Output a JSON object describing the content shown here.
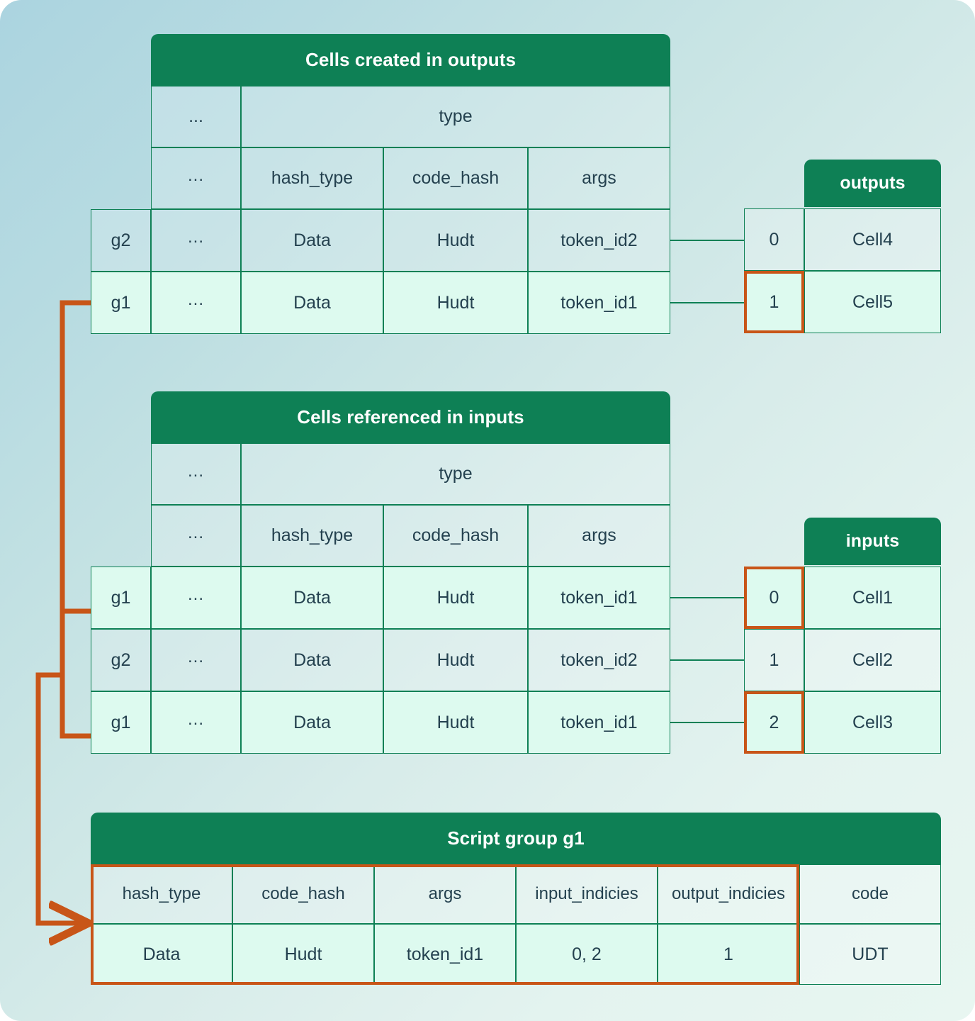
{
  "colors": {
    "header_green": "#0e8055",
    "border_green": "#0e8055",
    "highlight_orange": "#c85518",
    "text_dark": "#24414f",
    "row_light": "#ddfaef"
  },
  "outputs_table": {
    "title": "Cells created in outputs",
    "group_header_blank": "",
    "col_group_top": "...",
    "col_type": "type",
    "subcols": [
      "...",
      "hash_type",
      "code_hash",
      "args"
    ],
    "rows": [
      {
        "group": "g2",
        "dots": "...",
        "hash_type": "Data",
        "code_hash": "Hudt",
        "args": "token_id2"
      },
      {
        "group": "g1",
        "dots": "...",
        "hash_type": "Data",
        "code_hash": "Hudt",
        "args": "token_id1"
      }
    ]
  },
  "outputs_index": {
    "title": "outputs",
    "rows": [
      {
        "index": "0",
        "cell": "Cell4",
        "highlighted": false
      },
      {
        "index": "1",
        "cell": "Cell5",
        "highlighted": true
      }
    ]
  },
  "inputs_table": {
    "title": "Cells referenced in inputs",
    "col_group_top": "...",
    "col_type": "type",
    "subcols": [
      "...",
      "hash_type",
      "code_hash",
      "args"
    ],
    "rows": [
      {
        "group": "g1",
        "dots": "...",
        "hash_type": "Data",
        "code_hash": "Hudt",
        "args": "token_id1"
      },
      {
        "group": "g2",
        "dots": "...",
        "hash_type": "Data",
        "code_hash": "Hudt",
        "args": "token_id2"
      },
      {
        "group": "g1",
        "dots": "...",
        "hash_type": "Data",
        "code_hash": "Hudt",
        "args": "token_id1"
      }
    ]
  },
  "inputs_index": {
    "title": "inputs",
    "rows": [
      {
        "index": "0",
        "cell": "Cell1",
        "highlighted": true
      },
      {
        "index": "1",
        "cell": "Cell2",
        "highlighted": false
      },
      {
        "index": "2",
        "cell": "Cell3",
        "highlighted": true
      }
    ]
  },
  "script_group": {
    "title": "Script group g1",
    "headers": [
      "hash_type",
      "code_hash",
      "args",
      "input_indicies",
      "output_indicies",
      "code"
    ],
    "values": [
      "Data",
      "Hudt",
      "token_id1",
      "0, 2",
      "1",
      "UDT"
    ]
  }
}
